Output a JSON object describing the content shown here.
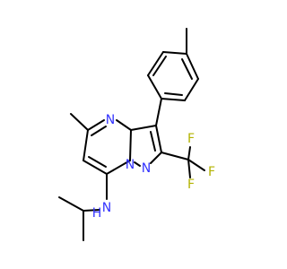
{
  "molecule": {
    "colors": {
      "bond": "#000000",
      "nitrogen": "#3333ff",
      "fluorine": "#b3b300",
      "background": "#ffffff"
    },
    "atom_labels": {
      "n_ring_top": "N",
      "n_bridge": "N",
      "n_pyrazole": "N",
      "n_amine": "N",
      "h_amine": "H",
      "f_top": "F",
      "f_right": "F",
      "f_bottom": "F"
    }
  }
}
